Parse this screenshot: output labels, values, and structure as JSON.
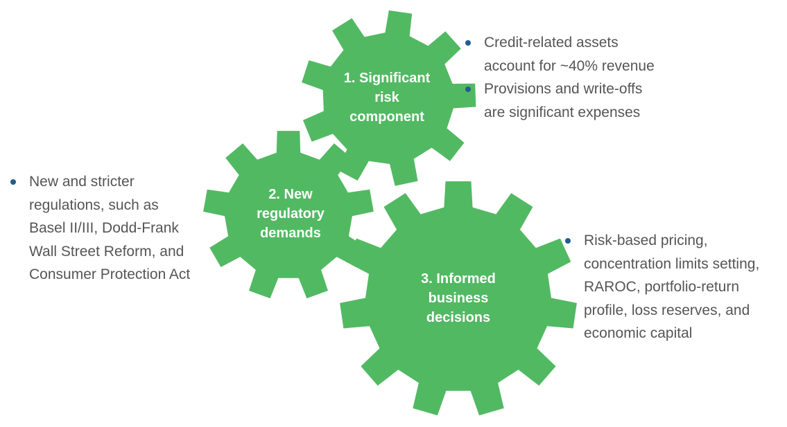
{
  "colors": {
    "gear": "#52b963",
    "gear_text": "#ffffff",
    "bullet_text": "#555555",
    "bullet_dot": "#1f5e8e"
  },
  "gears": [
    {
      "label_lines": [
        "1. Significant",
        "risk",
        "component"
      ]
    },
    {
      "label_lines": [
        "2. New",
        "regulatory",
        "demands"
      ]
    },
    {
      "label_lines": [
        "3. Informed",
        "business",
        "decisions"
      ]
    }
  ],
  "bullets": [
    {
      "items": [
        {
          "lines": [
            "Credit-related assets",
            "account for ~40% revenue"
          ]
        },
        {
          "lines": [
            "Provisions and write-offs",
            "are significant expenses"
          ]
        }
      ]
    },
    {
      "items": [
        {
          "lines": [
            "New and stricter",
            "regulations, such as",
            "Basel II/III, Dodd-Frank",
            "Wall Street Reform, and",
            "Consumer Protection Act"
          ]
        }
      ]
    },
    {
      "items": [
        {
          "lines": [
            "Risk-based pricing,",
            "concentration limits setting,",
            "RAROC, portfolio-return",
            "profile, loss reserves, and",
            "economic capital"
          ]
        }
      ]
    }
  ]
}
